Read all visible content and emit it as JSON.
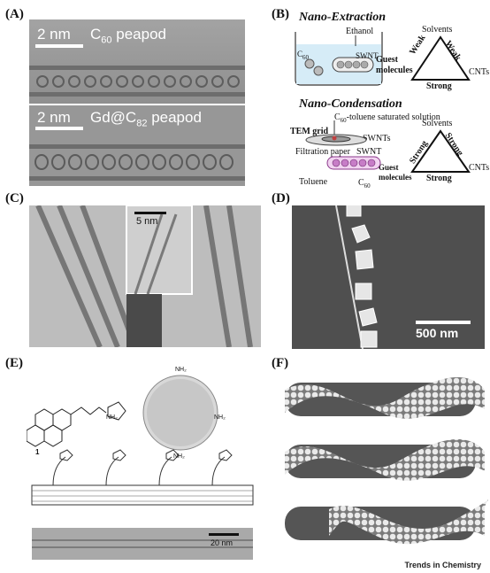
{
  "footer": {
    "journal": "Trends in Chemistry"
  },
  "panels": {
    "a": {
      "label": "(A)",
      "top": {
        "scale": "2 nm",
        "caption_pre": "C",
        "caption_sub": "60",
        "caption_post": " peapod"
      },
      "bottom": {
        "scale": "2 nm",
        "caption_pre": "Gd@C",
        "caption_sub": "82",
        "caption_post": " peapod"
      }
    },
    "b": {
      "label": "(B)",
      "extraction": {
        "title": "Nano-Extraction",
        "ethanol": "Ethanol",
        "c60_pre": "C",
        "c60_sub": "60",
        "swnt": "SWNT",
        "guest1": "Guest",
        "guest2": "molecules",
        "tri": {
          "top": "Solvents",
          "left_edge": "Weak",
          "right_edge": "Weak",
          "bottom_edge": "Strong",
          "right": "CNTs"
        }
      },
      "condensation": {
        "title": "Nano-Condensation",
        "solution_pre": "C",
        "solution_sub": "60",
        "solution_post": "-toluene saturated solution",
        "tem_grid": "TEM grid",
        "swnts": "SWNTs",
        "filtration": "Filtration paper",
        "swnt": "SWNT",
        "guest1": "Guest",
        "guest2": "molecules",
        "toluene": "Toluene",
        "c60_pre": "C",
        "c60_sub": "60",
        "tri": {
          "top": "Solvents",
          "left_edge": "Strong",
          "right_edge": "Strong",
          "bottom_edge": "Strong",
          "right": "CNTs"
        }
      }
    },
    "c": {
      "label": "(C)",
      "scale": "5 nm"
    },
    "d": {
      "label": "(D)",
      "scale": "500 nm"
    },
    "e": {
      "label": "(E)",
      "compound": "1",
      "nh2": "NH₂",
      "scale": "20 nm"
    },
    "f": {
      "label": "(F)"
    }
  }
}
